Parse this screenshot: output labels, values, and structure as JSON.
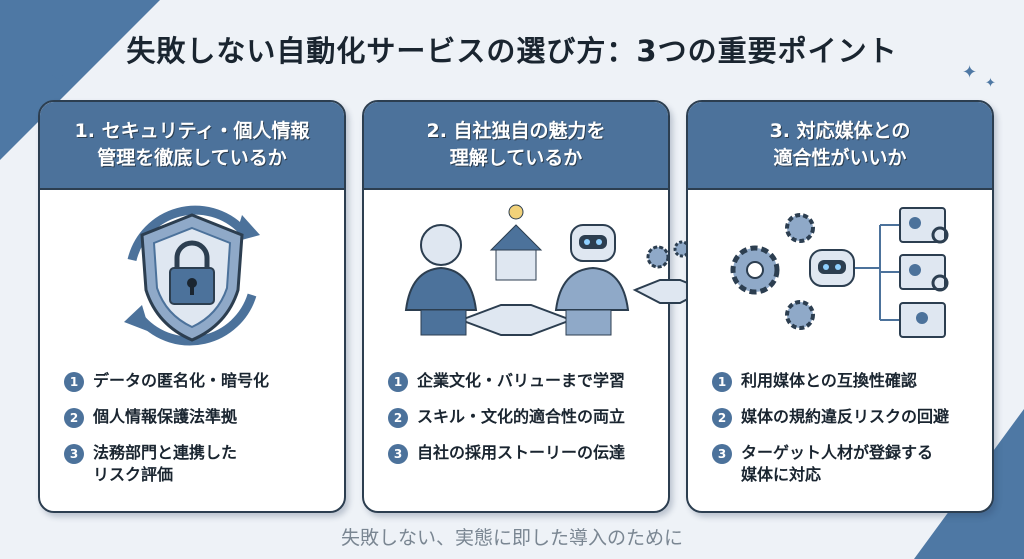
{
  "title": "失敗しない自動化サービスの選び方：3つの重要ポイント",
  "cards": [
    {
      "head1": "1. セキュリティ・個人情報",
      "head2": "管理を徹底しているか",
      "illustration": "shield-lock-icon",
      "items": [
        {
          "num": "1",
          "text": "データの匿名化・暗号化"
        },
        {
          "num": "2",
          "text": "個人情報保護法準拠"
        },
        {
          "num": "3",
          "text": "法務部門と連携した",
          "text2": "リスク評価"
        }
      ]
    },
    {
      "head1": "2. 自社独自の魅力を",
      "head2": "理解しているか",
      "illustration": "handshake-robot-icon",
      "items": [
        {
          "num": "1",
          "text": "企業文化・バリューまで学習"
        },
        {
          "num": "2",
          "text": "スキル・文化的適合性の両立"
        },
        {
          "num": "3",
          "text": "自社の採用ストーリーの伝達"
        }
      ]
    },
    {
      "head1": "3. 対応媒体との",
      "head2": "適合性がいいか",
      "illustration": "robot-gears-profiles-icon",
      "items": [
        {
          "num": "1",
          "text": "利用媒体との互換性確認"
        },
        {
          "num": "2",
          "text": "媒体の規約違反リスクの回避"
        },
        {
          "num": "3",
          "text": "ターゲット人材が登録する",
          "text2": "媒体に対応"
        }
      ]
    }
  ],
  "footer": "失敗しない、実態に即した導入のために",
  "colors": {
    "accent": "#4c729b",
    "text": "#1a2530",
    "background": "#eef2f7"
  }
}
